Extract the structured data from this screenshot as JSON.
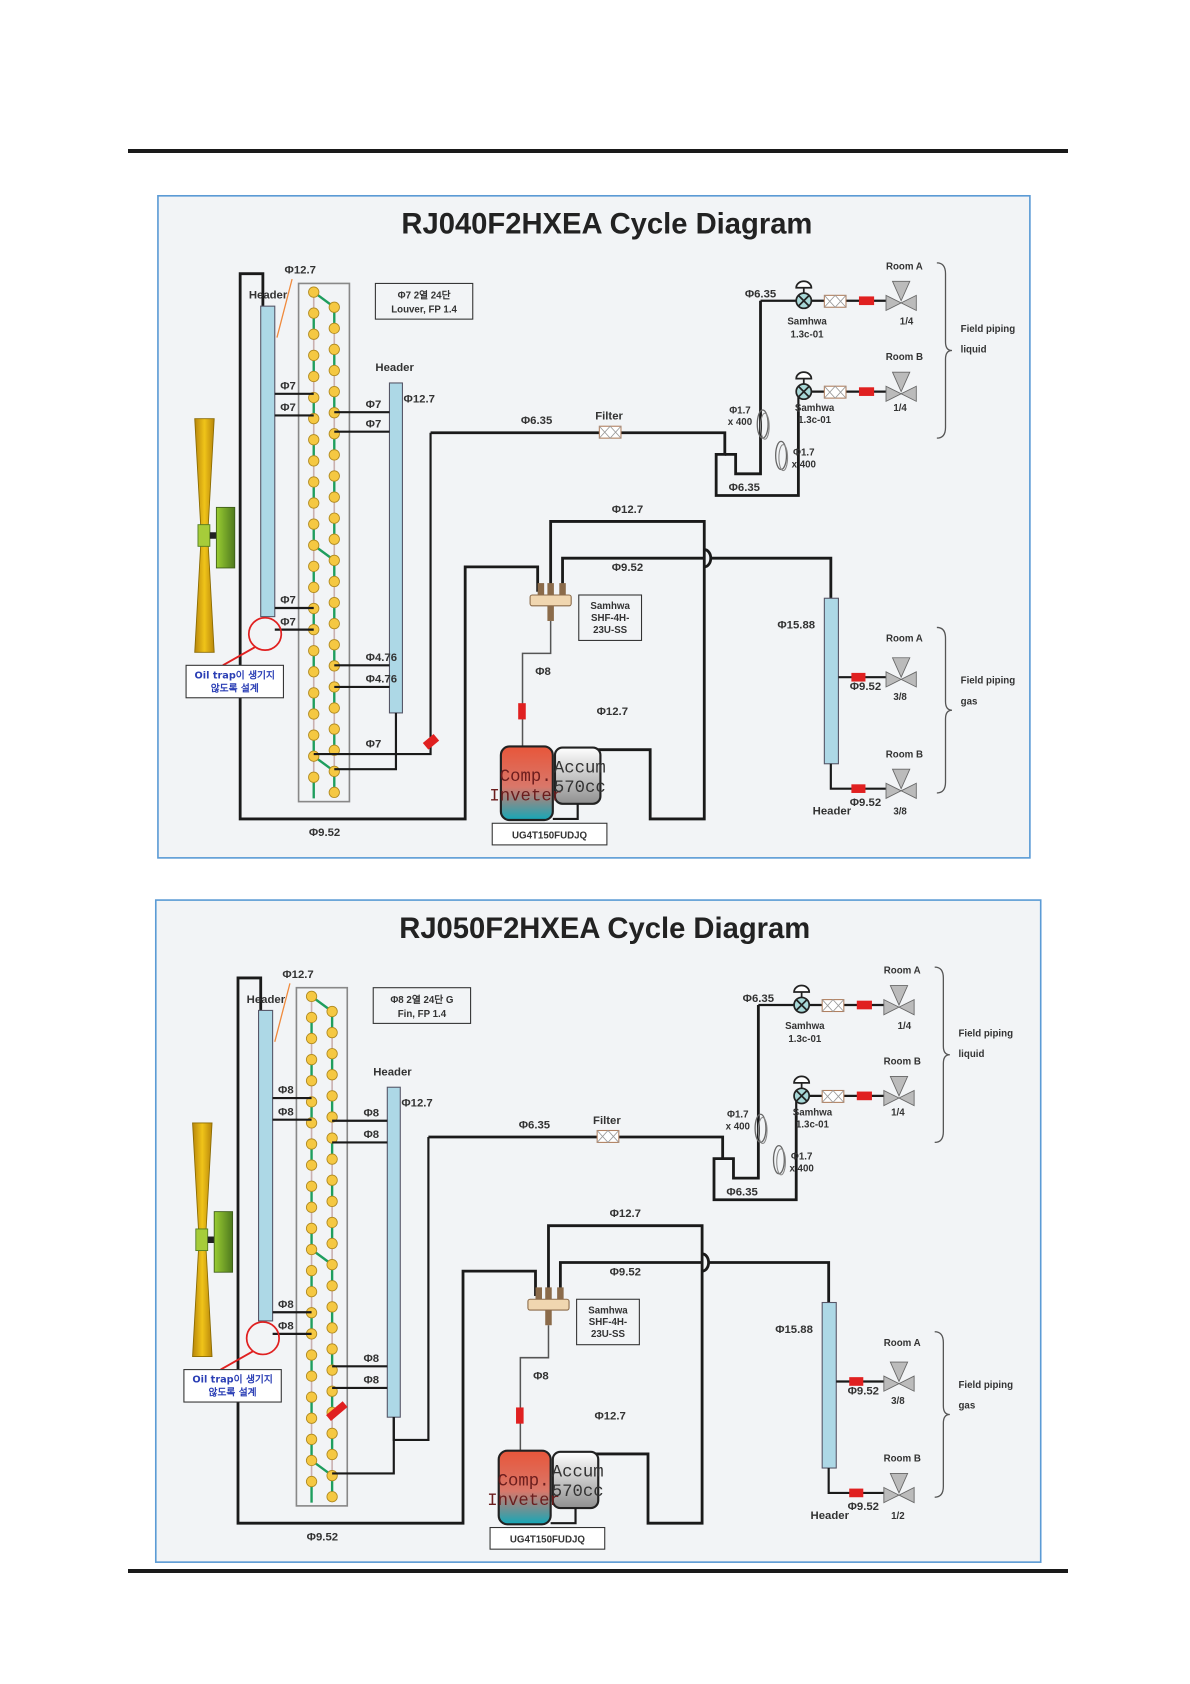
{
  "diagrams": [
    {
      "title": "RJ040F2HXEA Cycle Diagram",
      "hex_spec": [
        "Φ7 2열 24단",
        "Louver, FP 1.4"
      ],
      "header_left_label": "Header",
      "header_left_pipe": "Φ12.7",
      "header_right_label": "Header",
      "header_right_pipe": "Φ12.7",
      "left_branch_pipes": [
        "Φ7",
        "Φ7",
        "Φ7",
        "Φ7"
      ],
      "right_branch_pipes": [
        "Φ7",
        "Φ7",
        "Φ4.76",
        "Φ4.76",
        "Φ7"
      ],
      "bottom_pipe": "Φ9.52",
      "oil_trap_note": [
        "Oil trap이 생기지",
        "않도록 설계"
      ],
      "liquid_line_pipe": "Φ6.35",
      "filter_label": "Filter",
      "eev_line_pipe": "Φ6.35",
      "loop_pipe": "Φ6.35",
      "capillary_a": [
        "Φ1.7",
        "x 400"
      ],
      "capillary_b": [
        "Φ1.7",
        "x 400"
      ],
      "eev_a": [
        "Samhwa",
        "1.3c-01"
      ],
      "eev_b": [
        "Samhwa",
        "1.3c-01"
      ],
      "liquid_room_a": "Room A",
      "liquid_room_b": "Room B",
      "liquid_valve_a": "1/4",
      "liquid_valve_b": "1/4",
      "field_liquid": [
        "Field piping",
        "liquid"
      ],
      "discharge_pipe": "Φ12.7",
      "gas_pipe": "Φ9.52",
      "four_way_valve": [
        "Samhwa",
        "SHF-4H-",
        "23U-SS"
      ],
      "suction_pipe": "Φ8",
      "accum_pipe": "Φ12.7",
      "gas_header_pipe": "Φ15.88",
      "gas_room_a": "Room A",
      "gas_room_b": "Room B",
      "gas_branch_a": "Φ9.52",
      "gas_branch_b": "Φ9.52",
      "gas_valve_a": "3/8",
      "gas_valve_b": "3/8",
      "gas_header_label": "Header",
      "field_gas": [
        "Field piping",
        "gas"
      ],
      "compressor": [
        "Comp.",
        "Inveter"
      ],
      "accumulator": [
        "Accum",
        "570cc"
      ],
      "compressor_model": "UG4T150FUDJQ"
    },
    {
      "title": "RJ050F2HXEA Cycle Diagram",
      "hex_spec": [
        "Φ8 2열 24단  G",
        "Fin, FP 1.4"
      ],
      "header_left_label": "Header",
      "header_left_pipe": "Φ12.7",
      "header_right_label": "Header",
      "header_right_pipe": "Φ12.7",
      "left_branch_pipes": [
        "Φ8",
        "Φ8",
        "Φ8",
        "Φ8"
      ],
      "right_branch_pipes": [
        "Φ8",
        "Φ8",
        "Φ8",
        "Φ8"
      ],
      "bottom_pipe": "Φ9.52",
      "oil_trap_note": [
        "Oil trap이 생기지",
        "않도록 설계"
      ],
      "liquid_line_pipe": "Φ6.35",
      "filter_label": "Filter",
      "eev_line_pipe": "Φ6.35",
      "loop_pipe": "Φ6.35",
      "capillary_a": [
        "Φ1.7",
        "x 400"
      ],
      "capillary_b": [
        "Φ1.7",
        "x 400"
      ],
      "eev_a": [
        "Samhwa",
        "1.3c-01"
      ],
      "eev_b": [
        "Samhwa",
        "1.3c-01"
      ],
      "liquid_room_a": "Room A",
      "liquid_room_b": "Room B",
      "liquid_valve_a": "1/4",
      "liquid_valve_b": "1/4",
      "field_liquid": [
        "Field piping",
        "liquid"
      ],
      "discharge_pipe": "Φ12.7",
      "gas_pipe": "Φ9.52",
      "four_way_valve": [
        "Samhwa",
        "SHF-4H-",
        "23U-SS"
      ],
      "suction_pipe": "Φ8",
      "accum_pipe": "Φ12.7",
      "gas_header_pipe": "Φ15.88",
      "gas_room_a": "Room A",
      "gas_room_b": "Room B",
      "gas_branch_a": "Φ9.52",
      "gas_branch_b": "Φ9.52",
      "gas_valve_a": "3/8",
      "gas_valve_b": "1/2",
      "gas_header_label": "Header",
      "field_gas": [
        "Field piping",
        "gas"
      ],
      "compressor": [
        "Comp.",
        "Inveter"
      ],
      "accumulator": [
        "Accum",
        "570cc"
      ],
      "compressor_model": "UG4T150FUDJQ"
    }
  ],
  "colors": {
    "pipe": "#1a1a1a",
    "frame": "#5b9bd5",
    "panel": "#f2f4f6",
    "header": "#add8e6",
    "tube_dot": "#f5c842",
    "tube_link": "#1e9e5e",
    "restrictor": "#e02020",
    "compressor_top": "#e8563a",
    "compressor_bottom": "#14a8b8",
    "accum_top": "#ffffff",
    "accum_bottom": "#8f8f8f",
    "fan_blade": "#d9a81c",
    "motor": "#7bb03a",
    "note_text": "#2b3fb5",
    "oil_trap_circle": "#e02020",
    "leader": "#f08a3c"
  }
}
